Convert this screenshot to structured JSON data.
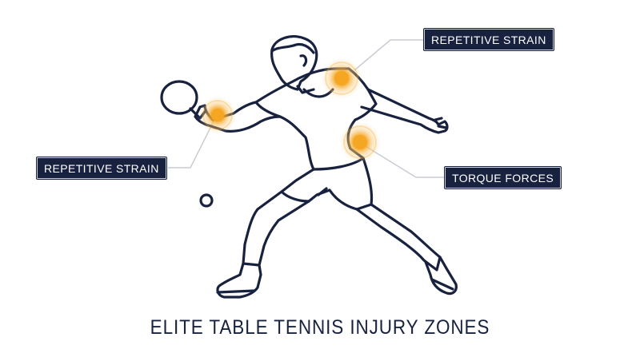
{
  "title": "ELITE TABLE TENNIS INJURY ZONES",
  "callouts": {
    "shoulder": "REPETITIVE STRAIN",
    "wrist": "REPETITIVE STRAIN",
    "hip": "TORQUE FORCES"
  },
  "colors": {
    "ink": "#18223f",
    "highlight": "#f5a623",
    "connector": "#c9ccd3",
    "label_bg": "#18223f"
  }
}
